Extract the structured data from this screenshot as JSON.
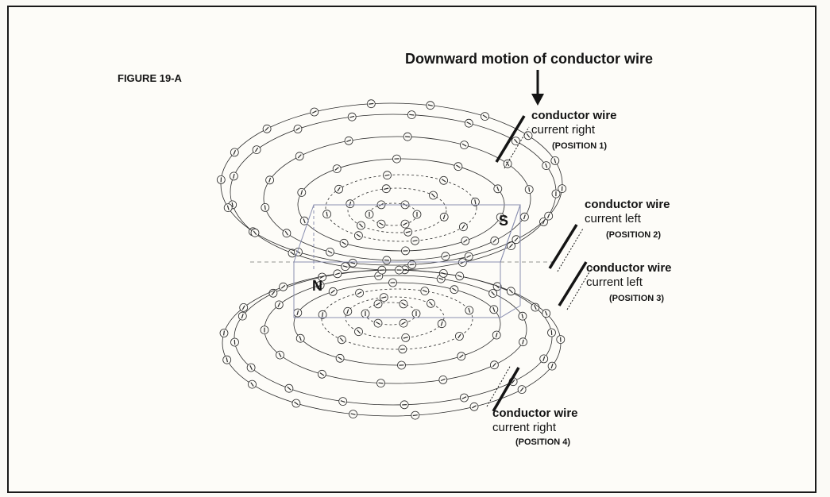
{
  "figure": {
    "label": "FIGURE 19-A",
    "headline": "Downward motion of conductor wire",
    "magnet": {
      "north_label": "N",
      "south_label": "S"
    },
    "positions": [
      {
        "wire": "conductor wire",
        "current": "current right",
        "position": "(POSITION 1)"
      },
      {
        "wire": "conductor wire",
        "current": "current left",
        "position": "(POSITION 2)"
      },
      {
        "wire": "conductor wire",
        "current": "current left",
        "position": "(POSITION 3)"
      },
      {
        "wire": "conductor wire",
        "current": "current right",
        "position": "(POSITION 4)"
      }
    ],
    "colors": {
      "ink": "#141414",
      "paper": "#fdfcf8",
      "magnet_outline": "#8a8fb0"
    }
  }
}
